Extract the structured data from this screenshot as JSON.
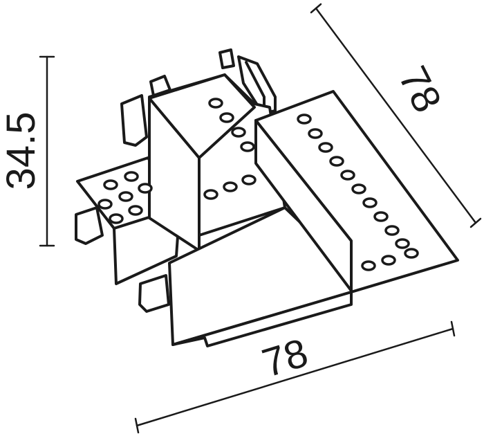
{
  "dimensions": {
    "height_label": "34.5",
    "depth_label": "78",
    "width_label": "78"
  },
  "colors": {
    "stroke": "#1a1a1a",
    "background": "#ffffff"
  }
}
